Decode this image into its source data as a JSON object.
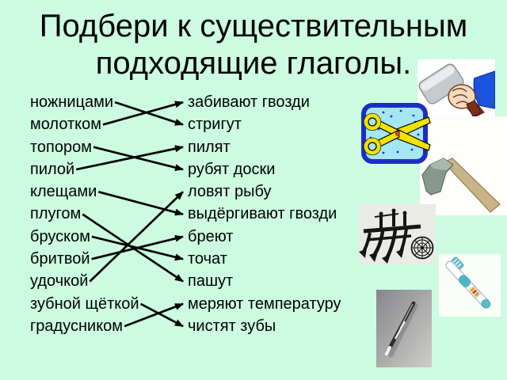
{
  "title": {
    "line1": "Подбери к существительным",
    "line2": "подходящие глаголы."
  },
  "nouns": [
    "ножницами",
    "молотком",
    "топором",
    "пилой",
    "клещами",
    "плугом",
    "бруском",
    "бритвой",
    "удочкой",
    "зубной щёткой",
    "градусником"
  ],
  "verbs": [
    "забивают гвозди",
    "стригут",
    "пилят",
    "рубят доски",
    "ловят рыбу",
    "выдёргивают гвозди",
    "бреют",
    "точат",
    "пашут",
    "меряют температуру",
    "чистят зубы"
  ],
  "connections": [
    {
      "noun": "ножницами",
      "verb": "стригут"
    },
    {
      "noun": "молотком",
      "verb": "забивают гвозди"
    },
    {
      "noun": "топором",
      "verb": "рубят доски"
    },
    {
      "noun": "пилой",
      "verb": "пилят"
    },
    {
      "noun": "клещами",
      "verb": "выдёргивают гвозди"
    },
    {
      "noun": "плугом",
      "verb": "пашут"
    },
    {
      "noun": "бруском",
      "verb": "точат"
    },
    {
      "noun": "бритвой",
      "verb": "бреют"
    },
    {
      "noun": "удочкой",
      "verb": "ловят рыбу"
    },
    {
      "noun": "зубной щёткой",
      "verb": "чистят зубы"
    },
    {
      "noun": "градусником",
      "verb": "меряют температуру"
    }
  ],
  "images": [
    {
      "name": "hammer-in-hand"
    },
    {
      "name": "scissors-cutting-cloth"
    },
    {
      "name": "axe"
    },
    {
      "name": "plow"
    },
    {
      "name": "toothbrush"
    },
    {
      "name": "thermometer"
    }
  ],
  "colors": {
    "background": "#ccfbe1",
    "text": "#000000",
    "connector": "#000000"
  }
}
